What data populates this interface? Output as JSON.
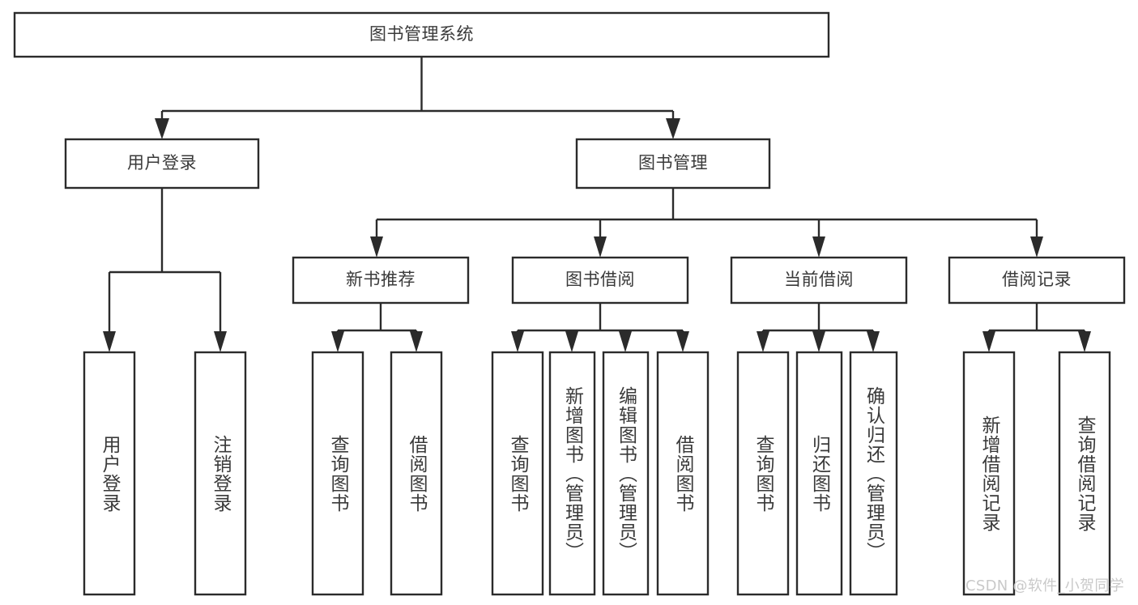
{
  "diagram": {
    "type": "tree",
    "title": "图书管理系统",
    "root": {
      "id": "root",
      "label": "图书管理系统"
    },
    "level2": [
      {
        "id": "user-login",
        "label": "用户登录"
      },
      {
        "id": "book-manage",
        "label": "图书管理"
      }
    ],
    "level3": [
      {
        "id": "new-book-recommend",
        "label": "新书推荐",
        "parent": "book-manage"
      },
      {
        "id": "book-borrow",
        "label": "图书借阅",
        "parent": "book-manage"
      },
      {
        "id": "current-borrow",
        "label": "当前借阅",
        "parent": "book-manage"
      },
      {
        "id": "borrow-record",
        "label": "借阅记录",
        "parent": "book-manage"
      }
    ],
    "leaves": [
      {
        "id": "leaf-user-login",
        "label": "用户登录",
        "parent": "user-login"
      },
      {
        "id": "leaf-logout-login",
        "label": "注销登录",
        "parent": "user-login"
      },
      {
        "id": "leaf-query-book-1",
        "label": "查询图书",
        "parent": "new-book-recommend"
      },
      {
        "id": "leaf-borrow-book-1",
        "label": "借阅图书",
        "parent": "new-book-recommend"
      },
      {
        "id": "leaf-query-book-2",
        "label": "查询图书",
        "parent": "book-borrow"
      },
      {
        "id": "leaf-add-book",
        "label": "新增图书（管理员）",
        "parent": "book-borrow"
      },
      {
        "id": "leaf-edit-book",
        "label": "编辑图书（管理员）",
        "parent": "book-borrow"
      },
      {
        "id": "leaf-borrow-book-2",
        "label": "借阅图书",
        "parent": "book-borrow"
      },
      {
        "id": "leaf-query-book-3",
        "label": "查询图书",
        "parent": "current-borrow"
      },
      {
        "id": "leaf-return-book",
        "label": "归还图书",
        "parent": "current-borrow"
      },
      {
        "id": "leaf-confirm-return",
        "label": "确认归还（管理员）",
        "parent": "current-borrow"
      },
      {
        "id": "leaf-add-record",
        "label": "新增借阅记录",
        "parent": "borrow-record"
      },
      {
        "id": "leaf-query-record",
        "label": "查询借阅记录",
        "parent": "borrow-record"
      }
    ],
    "colors": {
      "stroke": "#2b2b2b",
      "fill": "#ffffff",
      "text": "#3a3a3a",
      "watermark": "#c9c9c9",
      "background": "#ffffff"
    }
  },
  "watermark": {
    "text": "CSDN @软件_小贺同学"
  }
}
